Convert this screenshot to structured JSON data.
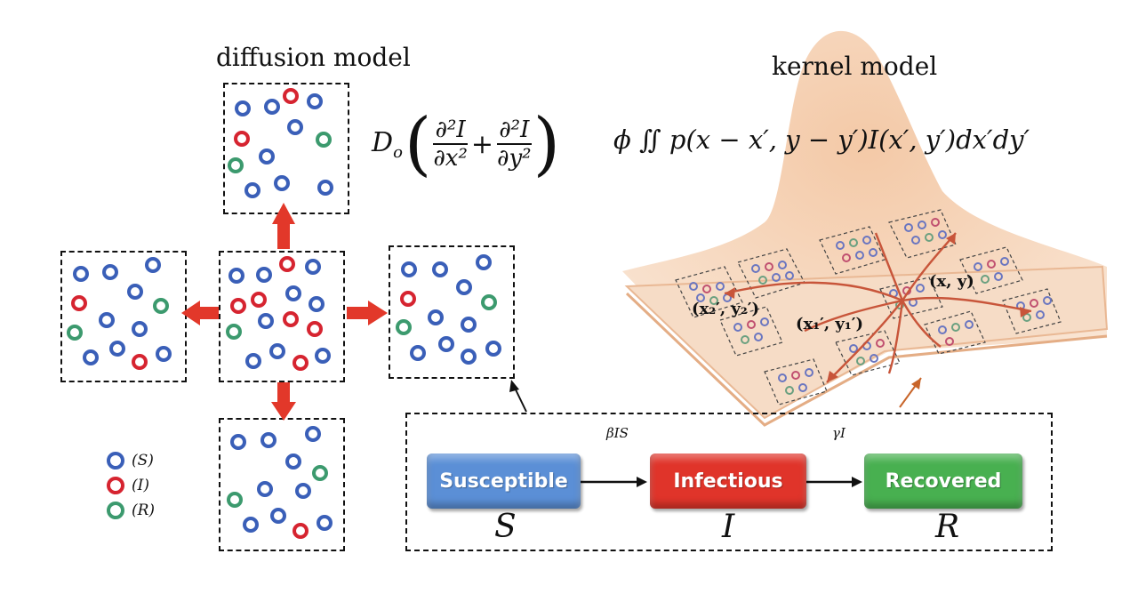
{
  "diffusion": {
    "title": "diffusion model",
    "formula": "D_o(∂²I/∂x² + ∂²I/∂y²)",
    "formula_prefix": "D",
    "formula_sub": "o",
    "formula_num1": "∂²I",
    "formula_den1": "∂x²",
    "formula_num2": "∂²I",
    "formula_den2": "∂y²"
  },
  "kernel": {
    "title": "kernel model",
    "formula": "ϕ ∬ p(x − x′, y − y′)I(x′, y′)dx′dy′",
    "coord_xy": "(x, y)",
    "coord_x1y1": "(x₁′, y₁′)",
    "coord_x2y2": "(x₂′, y₂′)"
  },
  "legend": [
    {
      "label": "(S)",
      "color": "#3a5fb8"
    },
    {
      "label": "(I)",
      "color": "#d62430"
    },
    {
      "label": "(R)",
      "color": "#3c9a6e"
    }
  ],
  "sir": {
    "states": [
      {
        "label": "Susceptible",
        "letter": "S",
        "color": "#5b8fd6"
      },
      {
        "label": "Infectious",
        "letter": "I",
        "color": "#e0342a"
      },
      {
        "label": "Recovered",
        "letter": "R",
        "color": "#48b050"
      }
    ],
    "rates": [
      "βIS",
      "γI"
    ]
  },
  "colors": {
    "S": "#3a5fb8",
    "I": "#d62430",
    "R": "#3c9a6e",
    "arrow": "#e2382a",
    "surface": "#f3c9a8"
  }
}
